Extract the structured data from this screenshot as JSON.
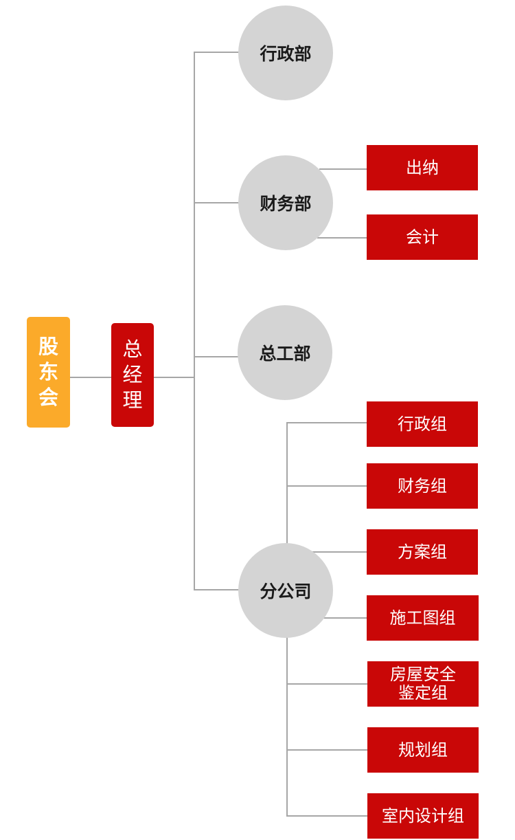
{
  "colors": {
    "shareholders_box": "#fbaa2a",
    "gm_box": "#c90707",
    "department_circle": "#d4d4d4",
    "group_box": "#c90707",
    "connector": "#a6a6a6"
  },
  "root": {
    "label": "股东会",
    "chars": [
      "股",
      "东",
      "会"
    ]
  },
  "general_manager": {
    "label": "总经理",
    "chars": [
      "总",
      "经",
      "理"
    ]
  },
  "departments": [
    {
      "label": "行政部",
      "children": []
    },
    {
      "label": "财务部",
      "children": [
        {
          "label": "出纳"
        },
        {
          "label": "会计"
        }
      ]
    },
    {
      "label": "总工部",
      "children": []
    },
    {
      "label": "分公司",
      "children": [
        {
          "label": "行政组"
        },
        {
          "label": "财务组"
        },
        {
          "label": "方案组"
        },
        {
          "label": "施工图组"
        },
        {
          "label": "房屋安全\n鉴定组",
          "line1": "房屋安全",
          "line2": "鉴定组"
        },
        {
          "label": "规划组"
        },
        {
          "label": "室内设计组"
        }
      ]
    }
  ]
}
